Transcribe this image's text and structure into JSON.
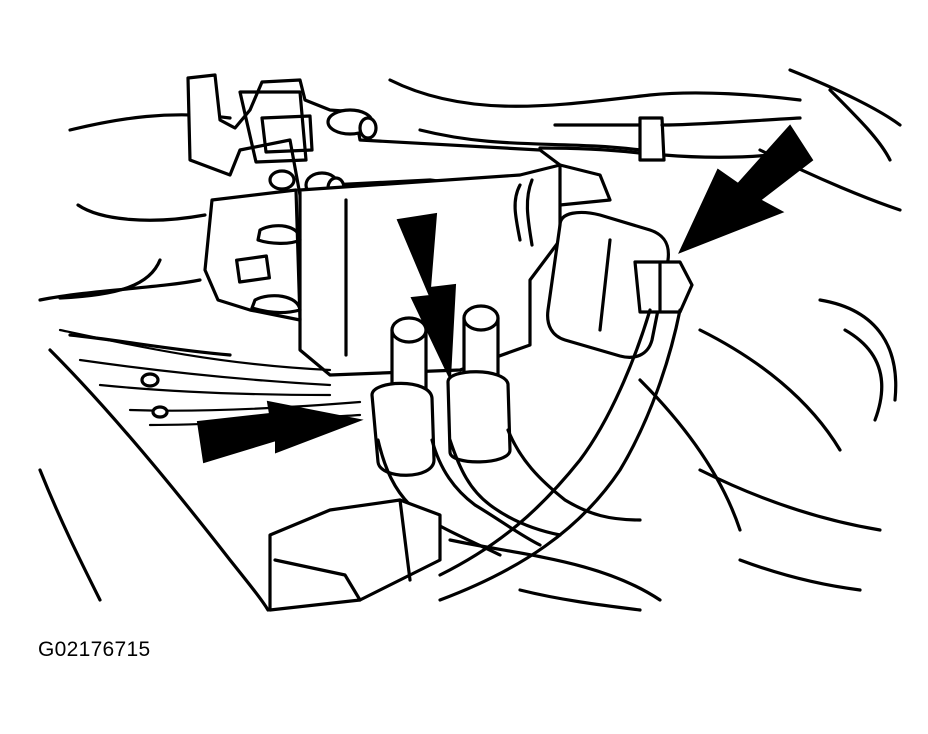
{
  "figure": {
    "id_label": "G02176715"
  },
  "colors": {
    "line": "#000000",
    "background": "#ffffff"
  },
  "callouts": [
    {
      "name": "arrow-right-hoses",
      "pointing": "right"
    },
    {
      "name": "arrow-down-hose-fitting",
      "pointing": "down"
    },
    {
      "name": "arrow-connector",
      "pointing": "down-left"
    }
  ]
}
